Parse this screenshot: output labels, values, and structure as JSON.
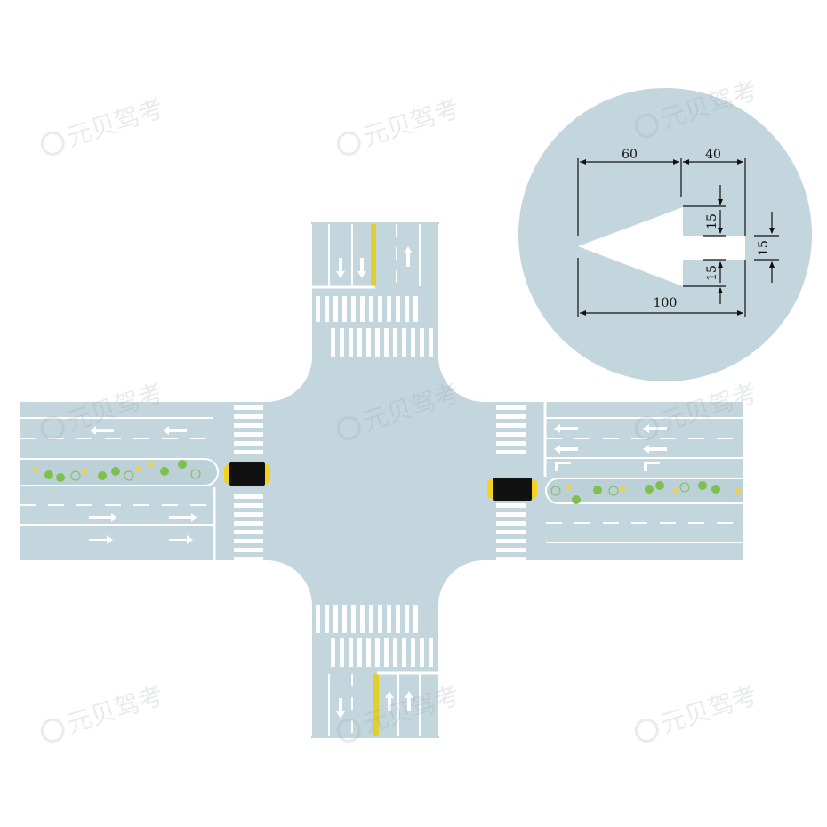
{
  "colors": {
    "road": "#c3d5dd",
    "marking": "#ffffff",
    "center_line": "#e2cf2a",
    "median_green": "#7fbf4d",
    "median_flower": "#f0d24a",
    "island_post": "#111111",
    "island_post_cap": "#f3d21f",
    "dim_line": "#111111"
  },
  "watermark": {
    "text": "元贝驾考",
    "icon": "steering-wheel-icon"
  },
  "detail": {
    "dim_60": "60",
    "dim_40": "40",
    "dim_100": "100",
    "dim_15_top": "15",
    "dim_15_bottom": "15",
    "dim_15_right": "15"
  }
}
